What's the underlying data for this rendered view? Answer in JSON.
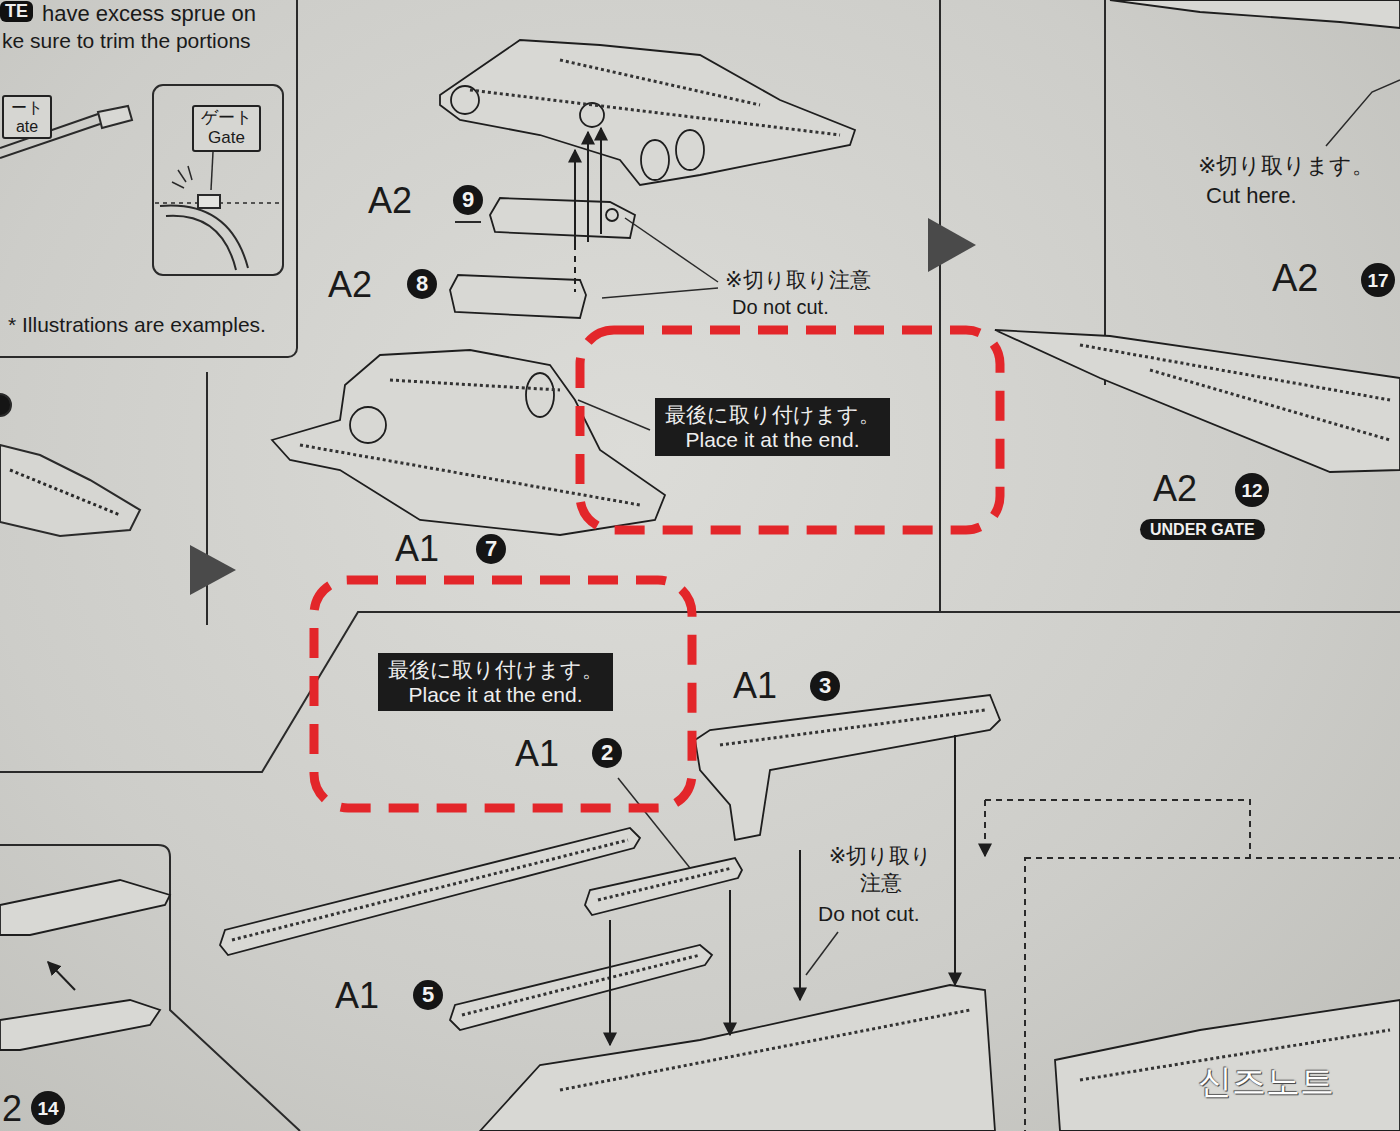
{
  "diagram": {
    "nodes": [
      {
        "text": [
          "have excess sprue on",
          "ke sure to trim the portions",
          "* Illustrations are examples."
        ]
      },
      {
        "text": [
          "ート",
          "ate"
        ],
        "in": 0
      },
      {
        "text": [
          "ゲート",
          "Gate"
        ],
        "in": 0
      },
      {
        "text": [
          "最後に取り付けます。",
          "Place it at the end."
        ]
      },
      {
        "text": [
          "最後に取り付けます。",
          "Place it at the end."
        ]
      },
      {
        "text": [
          "UNDER GATE"
        ]
      }
    ],
    "labels": [
      "TE",
      "A2",
      "9",
      "A2",
      "8",
      "※切り取り注意",
      "Do not cut.",
      "A1",
      "7",
      "※切り取ります。",
      "Cut here.",
      "A2",
      "17",
      "A2",
      "12",
      "A1",
      "3",
      "A1",
      "2",
      "※切り取り 注意",
      "Do not cut.",
      "A1",
      "5",
      "2",
      "14",
      "신즈노트"
    ]
  }
}
